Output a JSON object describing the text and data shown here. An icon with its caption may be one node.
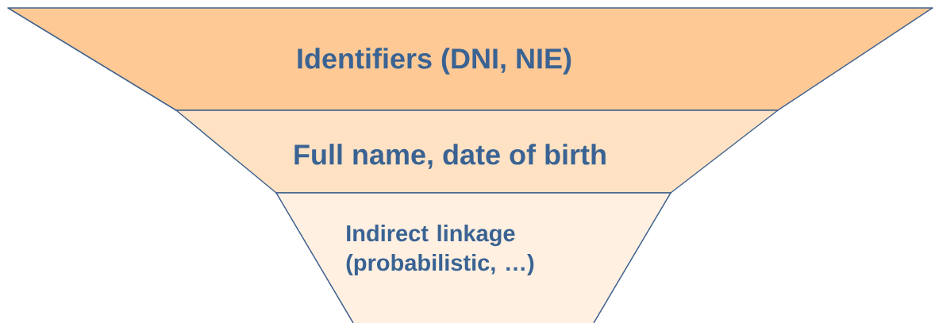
{
  "diagram": {
    "nodes": [
      {
        "text": [
          "Identifiers (DNI, NIE)"
        ]
      },
      {
        "text": [
          "Full name, date of birth"
        ]
      },
      {
        "text": [
          "Indirect linkage (probabilistic, …)"
        ]
      }
    ]
  }
}
